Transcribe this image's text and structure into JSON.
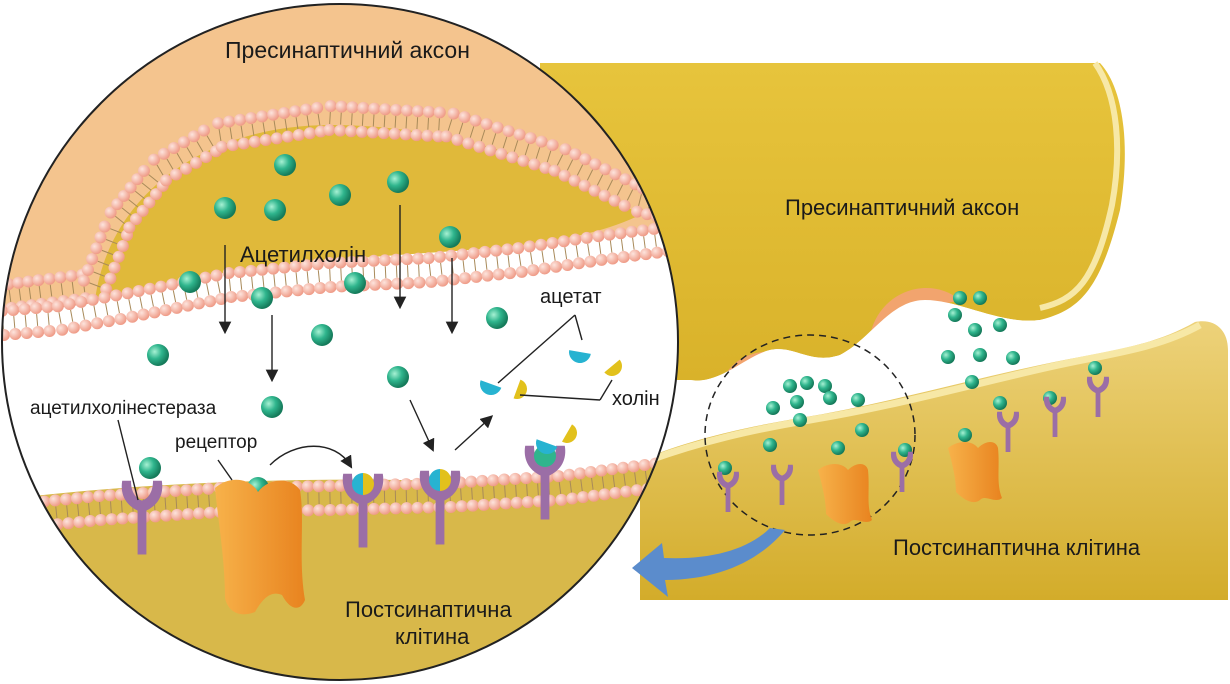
{
  "labels": {
    "presynaptic_zoom": "Пресинаптичний аксон",
    "presynaptic_right": "Пресинаптичний аксон",
    "acetylcholine": "Ацетилхолін",
    "acetate": "ацетат",
    "choline": "холін",
    "acetylcholinesterase": "ацетилхолінестераза",
    "receptor": "рецептор",
    "postsynaptic_zoom_line1": "Постсинаптична",
    "postsynaptic_zoom_line2": "клітина",
    "postsynaptic_right": "Постсинаптична клітина"
  },
  "colors": {
    "axon_gold": "#e6c63a",
    "axon_dark": "#c9a414",
    "membrane_head": "#f6b3a3",
    "membrane_inner": "#f0d79a",
    "axon_zoom": "#f4c48e",
    "acetylcholine": "#2fb58d",
    "receptor": "#9b6ea6",
    "channel": "#f39a2c",
    "acetate": "#27b3d1",
    "choline": "#e2c11c",
    "arrow_blue": "#5b8ccc"
  }
}
